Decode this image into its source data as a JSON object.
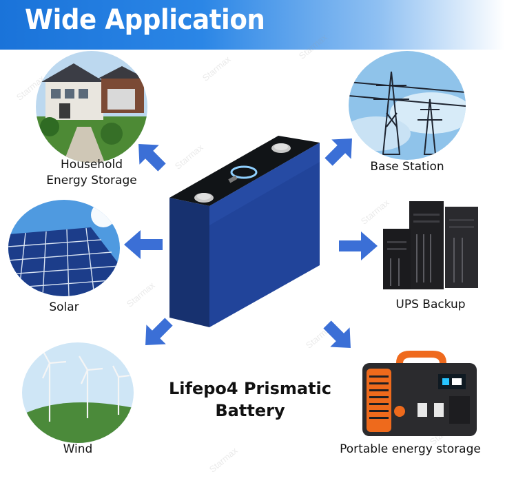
{
  "header": {
    "title": "Wide Application"
  },
  "applications": [
    {
      "id": "household",
      "label_line1": "Household",
      "label_line2": "Energy Storage"
    },
    {
      "id": "base-station",
      "label": "Base Station"
    },
    {
      "id": "solar",
      "label": "Solar"
    },
    {
      "id": "ups",
      "label": "UPS Backup"
    },
    {
      "id": "wind",
      "label": "Wind"
    },
    {
      "id": "portable",
      "label": "Portable energy storage"
    }
  ],
  "product": {
    "title_line1": "Lifepo4 Prismatic",
    "title_line2": "Battery"
  },
  "watermark": "Starmax",
  "colors": {
    "arrow": "#3b6fd6",
    "banner": "#1a73d9",
    "battery": "#1f3f8f"
  },
  "icons": [
    "arrow-up-left-icon",
    "arrow-up-right-icon",
    "arrow-left-icon",
    "arrow-right-icon",
    "arrow-down-left-icon",
    "arrow-down-right-icon"
  ]
}
